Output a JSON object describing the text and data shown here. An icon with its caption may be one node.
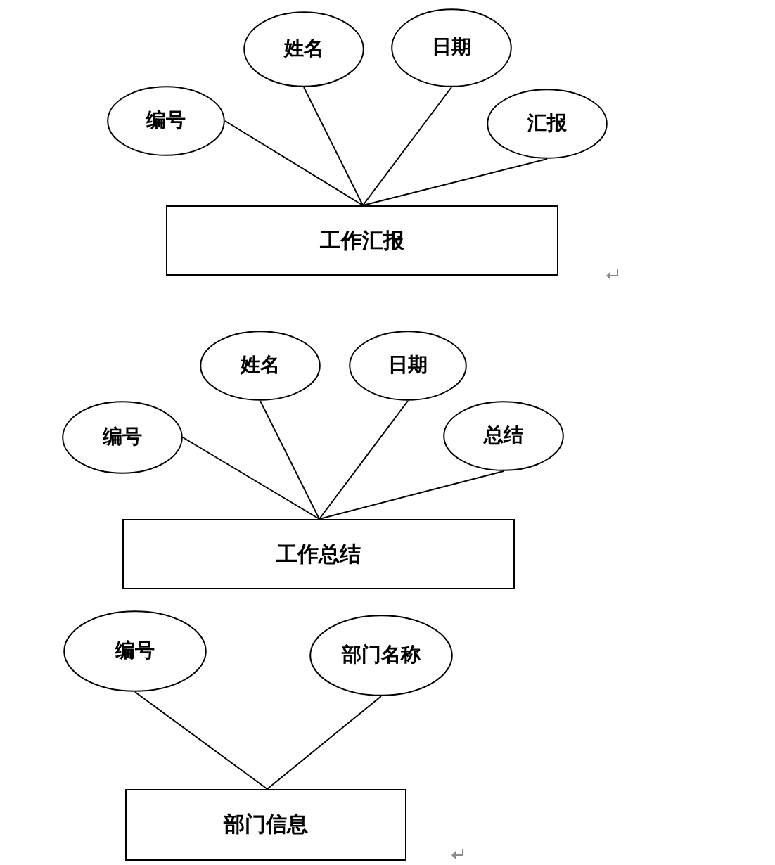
{
  "diagram": {
    "nodes": [
      {
        "text": [
          "姓名"
        ]
      },
      {
        "text": [
          "日期"
        ]
      },
      {
        "text": [
          "编号"
        ]
      },
      {
        "text": [
          "汇报"
        ]
      },
      {
        "text": [
          "工作汇报"
        ]
      },
      {
        "text": [
          "姓名"
        ]
      },
      {
        "text": [
          "日期"
        ]
      },
      {
        "text": [
          "编号"
        ]
      },
      {
        "text": [
          "总结"
        ]
      },
      {
        "text": [
          "工作总结"
        ]
      },
      {
        "text": [
          "编号"
        ]
      },
      {
        "text": [
          "部门名称"
        ]
      },
      {
        "text": [
          "部门信息"
        ]
      }
    ],
    "edges": [
      {
        "from": 2,
        "to": 4,
        "arrow": "none"
      },
      {
        "from": 0,
        "to": 4,
        "arrow": "none"
      },
      {
        "from": 1,
        "to": 4,
        "arrow": "none"
      },
      {
        "from": 3,
        "to": 4,
        "arrow": "none"
      },
      {
        "from": 7,
        "to": 9,
        "arrow": "none"
      },
      {
        "from": 5,
        "to": 9,
        "arrow": "none"
      },
      {
        "from": 6,
        "to": 9,
        "arrow": "none"
      },
      {
        "from": 8,
        "to": 9,
        "arrow": "none"
      },
      {
        "from": 10,
        "to": 12,
        "arrow": "none"
      },
      {
        "from": 11,
        "to": 12,
        "arrow": "none"
      }
    ]
  }
}
